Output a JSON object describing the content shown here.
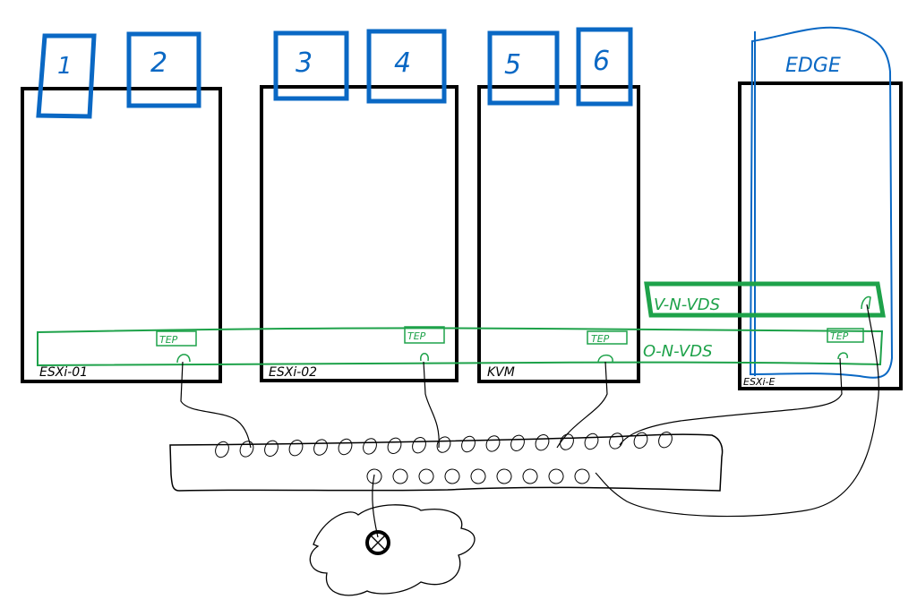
{
  "colors": {
    "host": "#000000",
    "vm": "#0a68c4",
    "nvds": "#1ea24a",
    "cable": "#000000"
  },
  "hosts": [
    {
      "label": "ESXi-01",
      "tep": "TEP"
    },
    {
      "label": "ESXi-02",
      "tep": "TEP"
    },
    {
      "label": "KVM",
      "tep": "TEP"
    },
    {
      "label": "ESXi-E",
      "tep": "TEP"
    }
  ],
  "vms": [
    {
      "label": "1"
    },
    {
      "label": "2"
    },
    {
      "label": "3"
    },
    {
      "label": "4"
    },
    {
      "label": "5"
    },
    {
      "label": "6"
    }
  ],
  "edge": {
    "label": "EDGE"
  },
  "overlay_switch": {
    "label": "O-N-VDS"
  },
  "vlan_switch": {
    "label": "V-N-VDS"
  },
  "physical_switch": {
    "top_ports": 19,
    "bottom_ports": 9
  },
  "cloud": {
    "symbol": "⊗"
  }
}
